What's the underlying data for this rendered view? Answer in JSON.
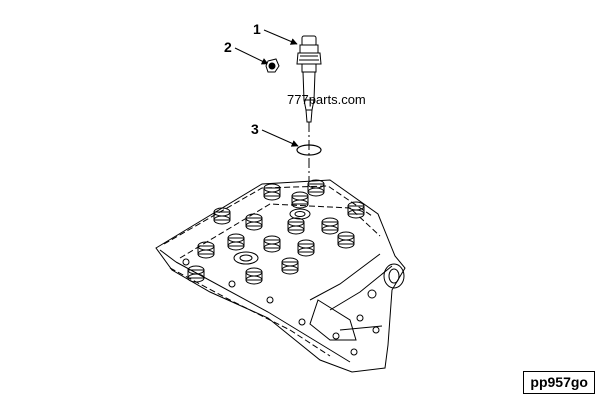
{
  "callouts": [
    {
      "number": "1",
      "part": "injector"
    },
    {
      "number": "2",
      "part": "clamp-screw"
    },
    {
      "number": "3",
      "part": "o-ring-seal"
    }
  ],
  "watermark": "777parts.com",
  "figure_ref": "pp957go"
}
